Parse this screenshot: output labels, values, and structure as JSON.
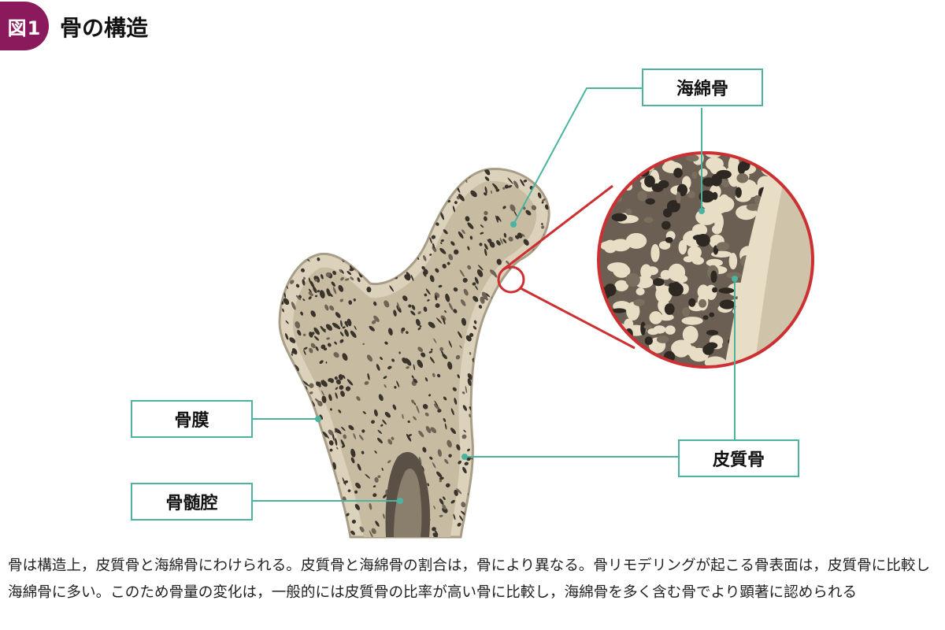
{
  "figure": {
    "badge": "図1",
    "title": "骨の構造"
  },
  "labels": {
    "cancellous_bone": "海綿骨",
    "periosteum": "骨膜",
    "cortical_bone": "皮質骨",
    "marrow_cavity": "骨髄腔"
  },
  "caption": "骨は構造上，皮質骨と海綿骨にわけられる。皮質骨と海綿骨の割合は，骨により異なる。骨リモデリングが起こる骨表面は，皮質骨に比較し海綿骨に多い。このため骨量の変化は，一般的には皮質骨の比率が高い骨に比較し，海綿骨を多く含む骨でより顕著に認められる",
  "colors": {
    "badge": "#8a1a5b",
    "leader_line": "#4bb3a0",
    "magnifier_ring": "#cc3033",
    "cortical_bone": "#dcd2bb",
    "trabecular_dark": "#3a332c"
  }
}
